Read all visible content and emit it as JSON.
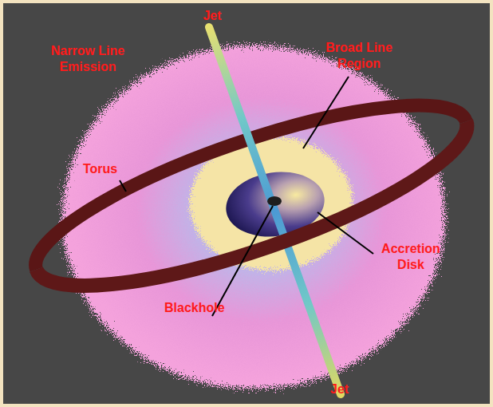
{
  "diagram": {
    "labels": [
      "Jet",
      "Narrow Line Emission",
      "Broad Line Region",
      "Torus",
      "Accretion Disk",
      "Blackhole",
      "Jet"
    ]
  }
}
